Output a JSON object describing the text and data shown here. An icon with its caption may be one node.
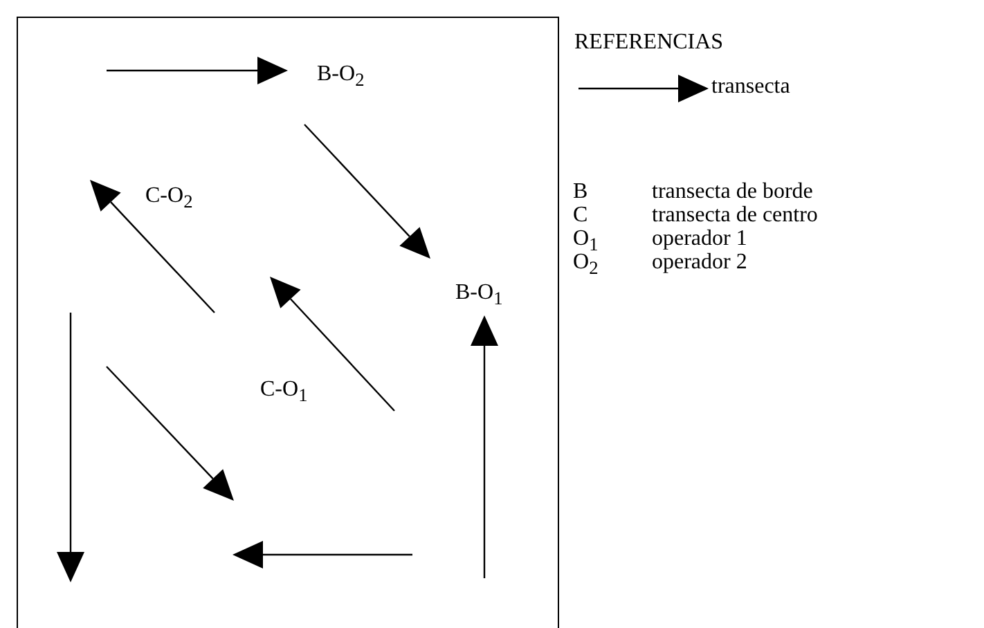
{
  "diagram": {
    "labels": [
      "REFERENCIAS",
      "B-O$_{2}$",
      "C-O$_{2}$",
      "B-O$_{1}$",
      "C-O$_{1}$",
      "B",
      "transecta de borde",
      "C",
      "transecta de centro",
      "O$_{1}$",
      "operador 1",
      "O$_{2}$",
      "operador 2"
    ],
    "legend": [
      {
        "text": "transecta"
      }
    ]
  }
}
